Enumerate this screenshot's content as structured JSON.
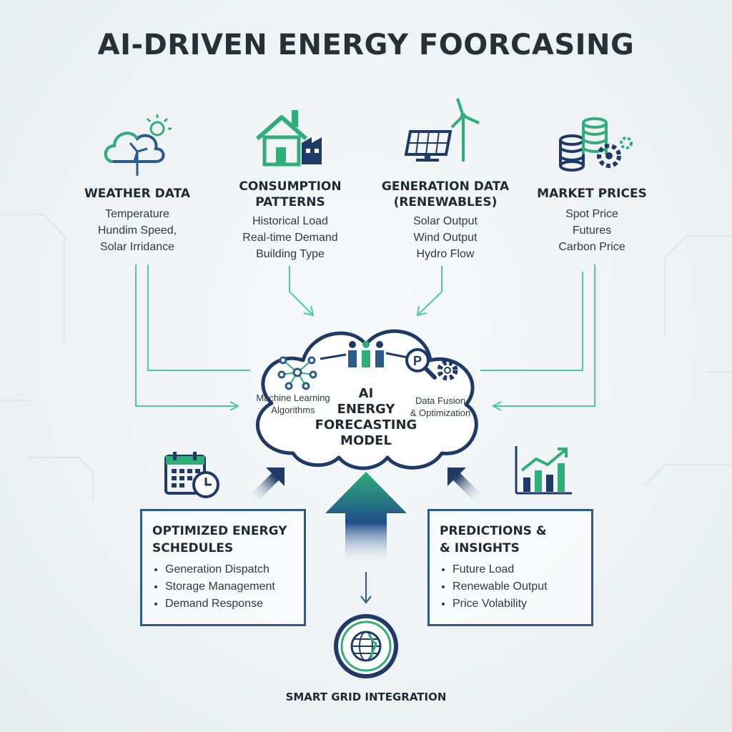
{
  "title": "AI-DRIVEN ENERGY FOORCASING",
  "colors": {
    "green": "#2fae79",
    "blue": "#2a5b8c",
    "navy": "#1f3a66",
    "teal_line": "#4cc9a0"
  },
  "inputs": [
    {
      "icon": "cloud-wind-turbine-icon",
      "heading": "WEATHER DATA",
      "items": [
        "Temperature",
        "Hundim Speed,",
        "Solar Irridance"
      ]
    },
    {
      "icon": "house-factory-icon",
      "heading_lines": [
        "CONSUMPTION",
        "PATTERNS"
      ],
      "items": [
        "Historical Load",
        "Real-time Demand",
        "Building Type"
      ]
    },
    {
      "icon": "solar-panel-wind-turbine-icon",
      "heading_lines": [
        "GENERATION DATA",
        "(RENEWABLES)"
      ],
      "items": [
        "Solar Output",
        "Wind Output",
        "Hydro Flow"
      ]
    },
    {
      "icon": "coin-stack-gear-icon",
      "heading": "MARKET PRICES",
      "items": [
        "Spot Price",
        "Futures",
        "Carbon Price"
      ]
    }
  ],
  "model": {
    "left_label_lines": [
      "Machine Learning",
      "Algorithms"
    ],
    "right_label_lines": [
      "Data Fusion",
      "& Optimization"
    ],
    "center_lines": [
      "AI",
      "ENERGY",
      "FORECASTING",
      "MODEL"
    ],
    "icons": [
      "neural-network-icon",
      "bar-people-icon",
      "p-magnifier-gear-icon"
    ]
  },
  "outputs": {
    "left": {
      "icon": "calendar-clock-icon",
      "heading_lines": [
        "OPTIMIZED ENERGY",
        "SCHEDULES"
      ],
      "items": [
        "Generation Dispatch",
        "Storage Management",
        "Demand Response"
      ]
    },
    "right": {
      "icon": "rising-bar-chart-icon",
      "heading_lines": [
        "PREDICTIONS &",
        "& INSIGHTS"
      ],
      "items": [
        "Future Load",
        "Renewable Output",
        "Price Volability"
      ]
    }
  },
  "footer": {
    "icon": "globe-icon",
    "label": "SMART GRID INTEGRATION"
  }
}
